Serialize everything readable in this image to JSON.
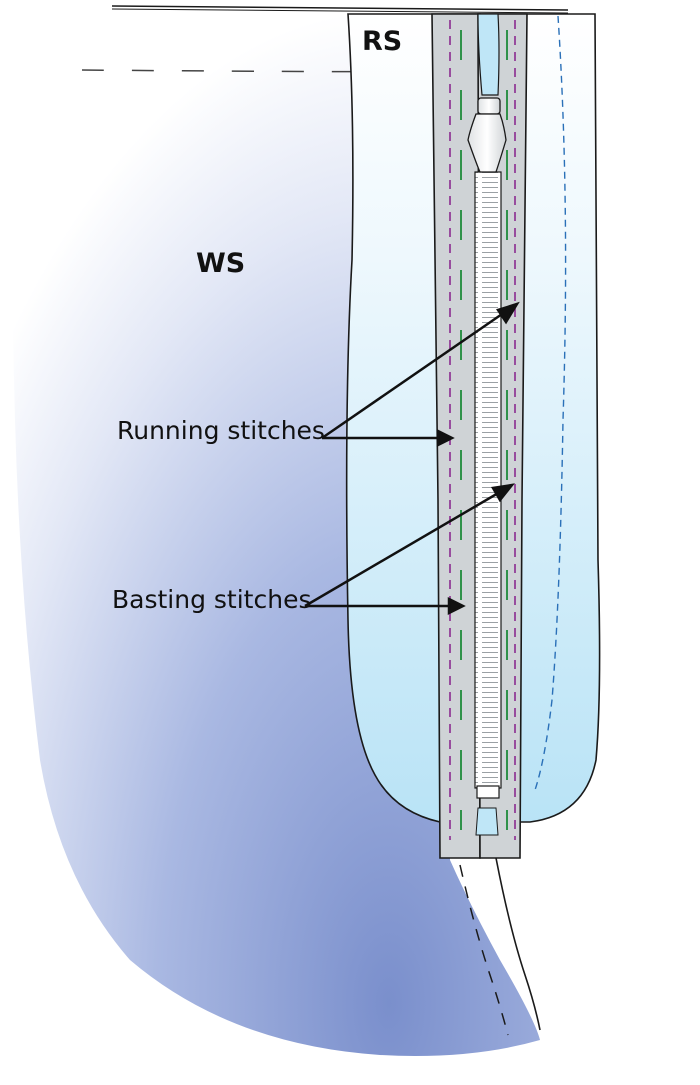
{
  "labels": {
    "rs": "RS",
    "ws": "WS",
    "running": "Running stitches",
    "basting": "Basting stitches"
  },
  "colors": {
    "outline": "#1a1a1a",
    "zipper_tape": "#cfd3d6",
    "zipper_teeth": "#ffffff",
    "fabric_ws_blue": "#8fa4d6",
    "fabric_rs_blue": "#bfe6f7",
    "running_stitch": "#8b2a8f",
    "basting_stitch": "#1f8a3a",
    "seam_blue": "#2a70b8"
  }
}
